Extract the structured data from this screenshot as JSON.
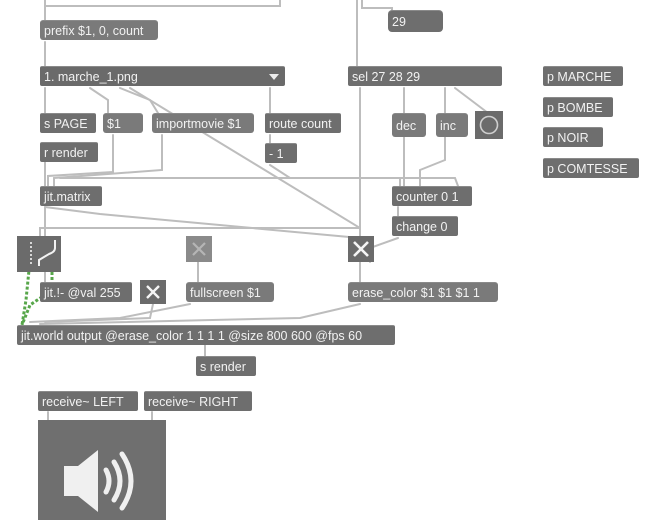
{
  "objects": {
    "prefix": "prefix $1, 0, count",
    "menu": "1. marche_1.png",
    "s_page": "s PAGE",
    "dollar1": "$1",
    "importmovie": "importmovie $1",
    "route_count": "route count",
    "minus1": "- 1",
    "r_render": "r render",
    "jit_matrix": "jit.matrix",
    "jit_not": "jit.!- @val 255",
    "fullscreen": "fullscreen $1",
    "erase_color": "erase_color $1 $1 $1 1",
    "jit_world": "jit.world output @erase_color 1 1 1 1 @size 800 600 @fps 60",
    "s_render": "s render",
    "receive_left": "receive~ LEFT",
    "receive_right": "receive~ RIGHT",
    "sel": "sel 27 28 29",
    "num29": "29",
    "dec": "dec",
    "inc": "inc",
    "counter": "counter 0 1",
    "change": "change 0",
    "p_marche": "p MARCHE",
    "p_bombe": "p BOMBE",
    "p_noir": "p NOIR",
    "p_comtesse": "p COMTESSE"
  },
  "icons": {
    "close": "✕",
    "speaker": "speaker-icon",
    "gate": "gate-icon",
    "bang": "bang-icon"
  },
  "colors": {
    "object_bg": "#6e6e6e",
    "patch_cord": "#bdbdbd",
    "signal_cord": "#57a64a",
    "inlet": "#d9d98a"
  }
}
